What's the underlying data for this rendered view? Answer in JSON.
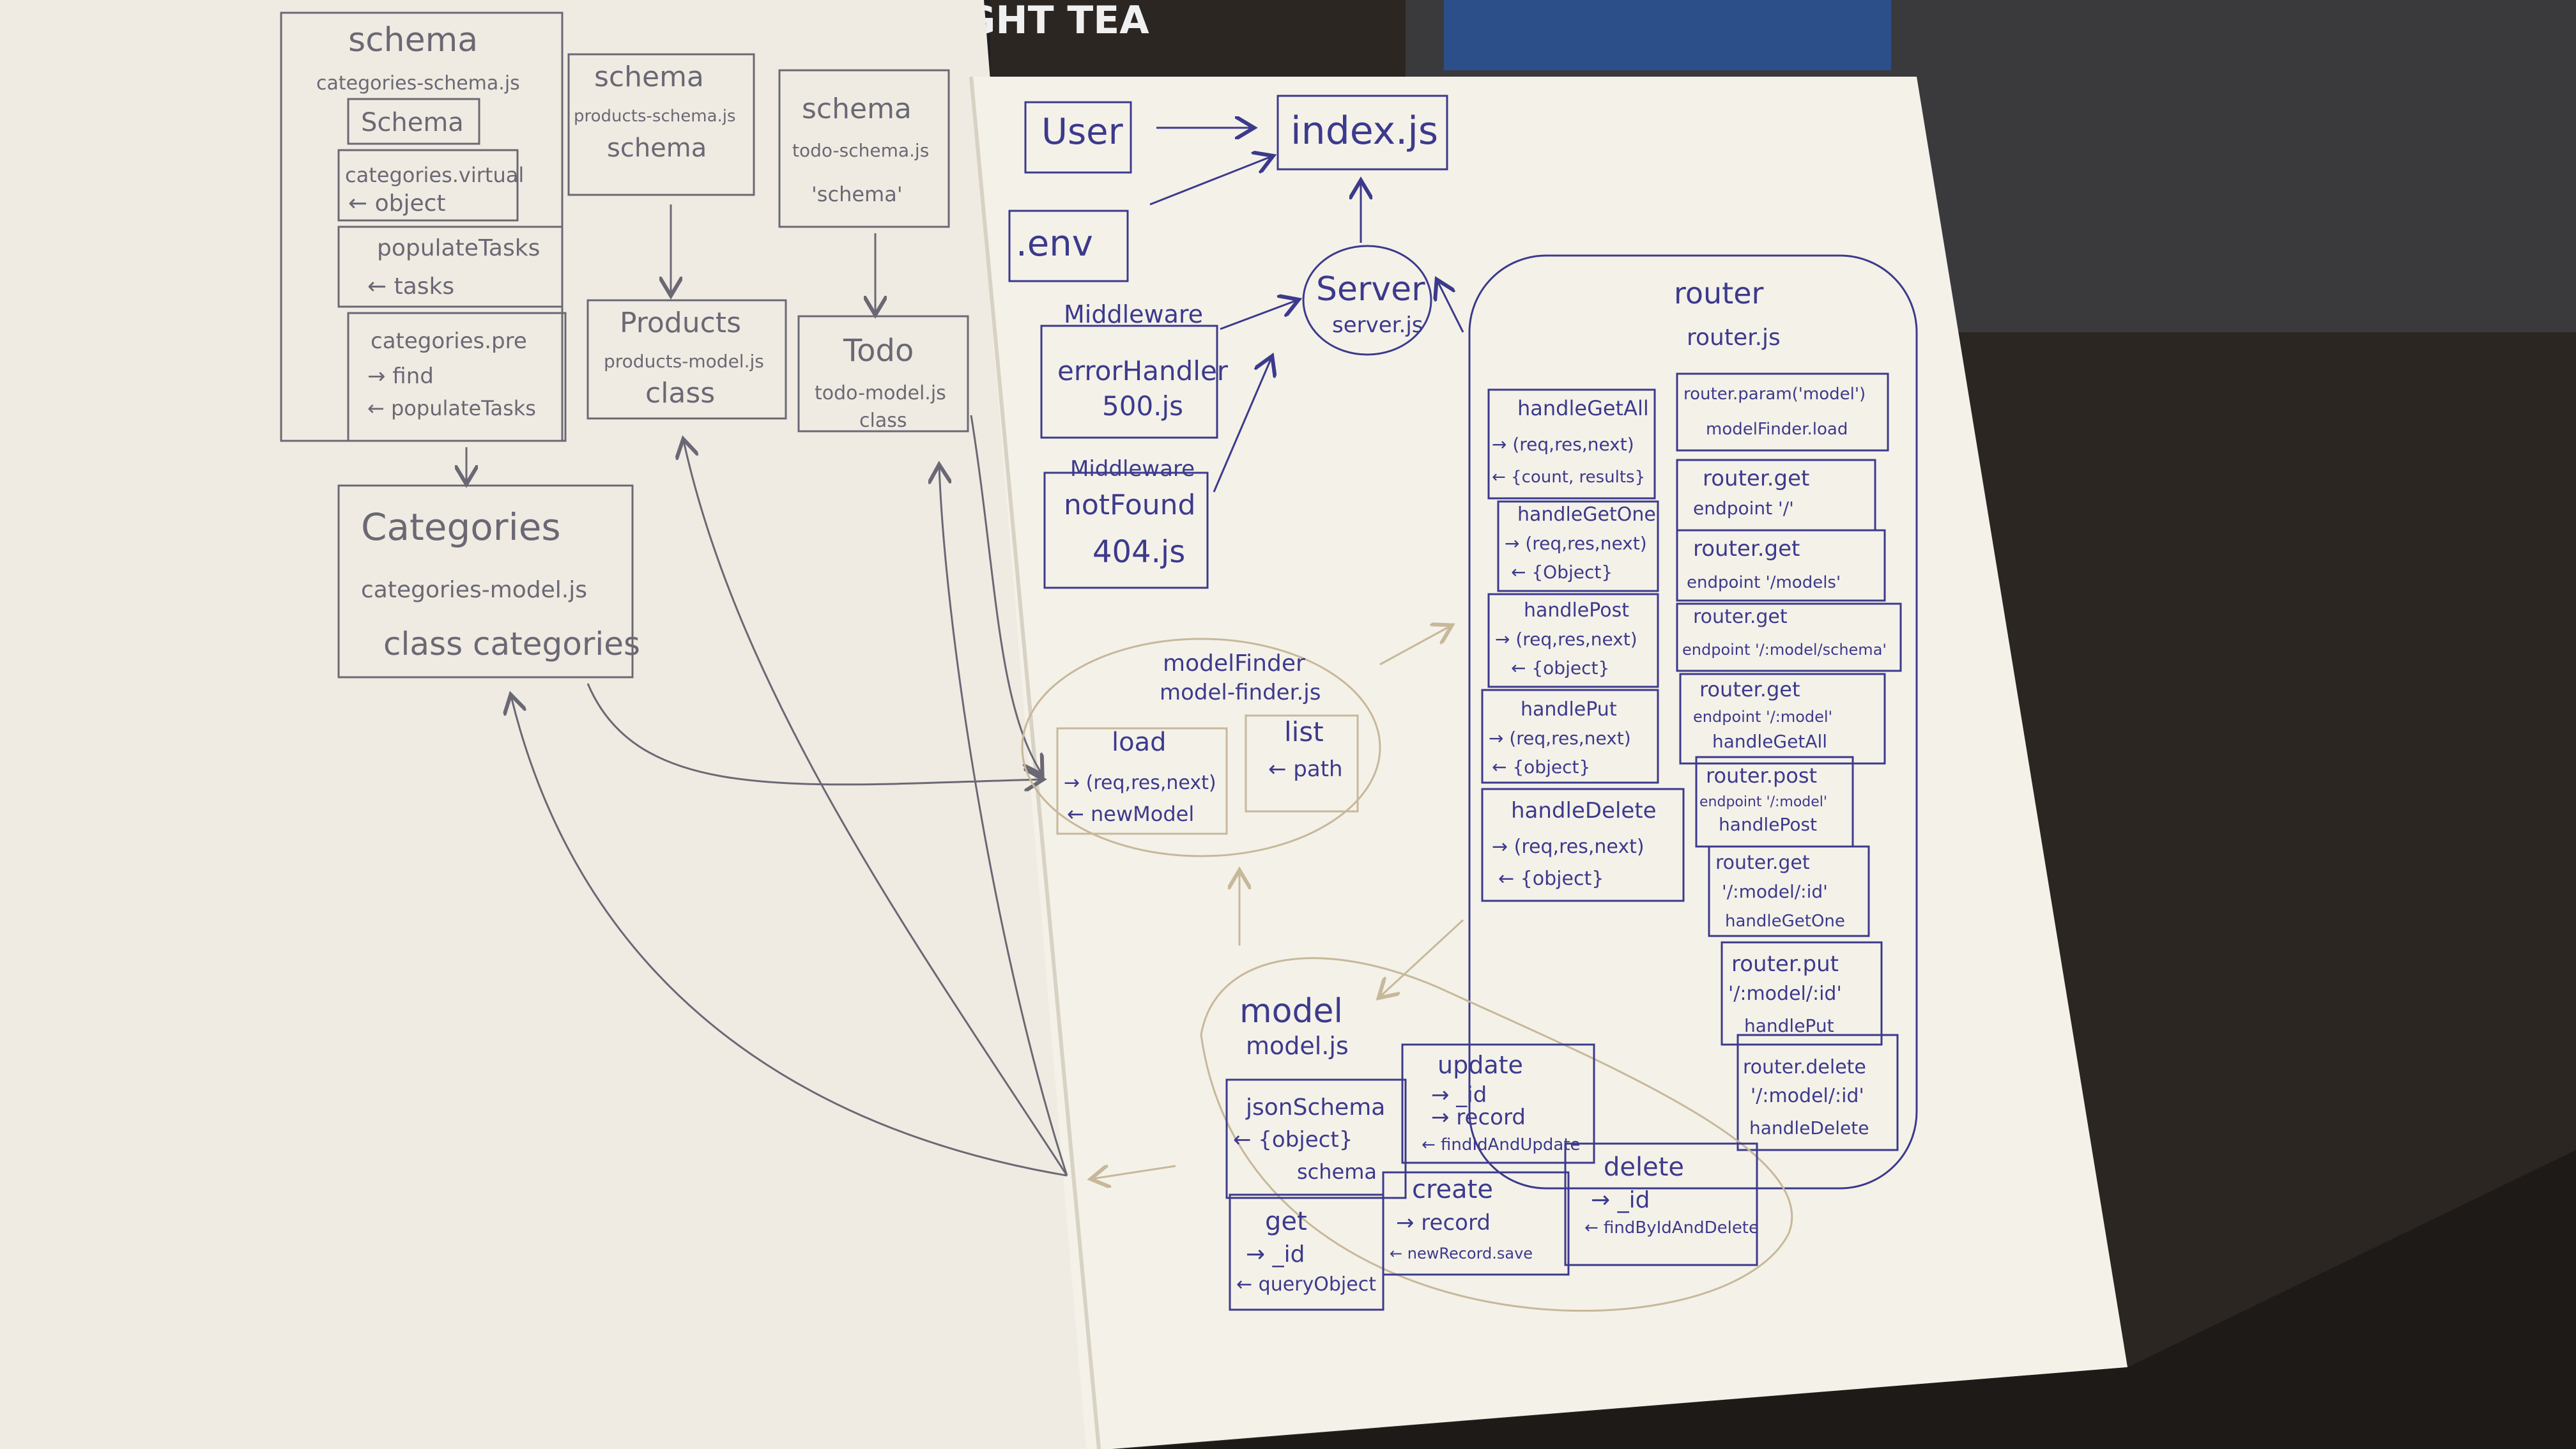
{
  "colors": {
    "paper": "#f2efe6",
    "paper_shadow": "#d8d2c4",
    "pencil": "#6b6875",
    "ink_blue": "#3c3a8c",
    "ink_light": "#c7b89a",
    "background": "#2b2622",
    "laptop": "#3a3a3d"
  },
  "can_text": "STRAIGHT TEA",
  "left_page": {
    "categories_schema": {
      "title": "schema",
      "file": "categories-schema.js",
      "schema": "Schema",
      "virtual": "categories.virtual",
      "virtual_ret": "← object",
      "populate": "populateTasks",
      "populate_ret": "← tasks",
      "pre": "categories.pre",
      "pre_arg": "→ find",
      "pre_ret": "← populateTasks"
    },
    "products_schema": {
      "title": "schema",
      "file": "products-schema.js",
      "label": "schema"
    },
    "todo_schema": {
      "title": "schema",
      "file": "todo-schema.js",
      "label": "'schema'"
    },
    "products_model": {
      "title": "Products",
      "file": "products-model.js",
      "label": "class"
    },
    "todo_model": {
      "title": "Todo",
      "file": "todo-model.js",
      "label": "class"
    },
    "categories_model": {
      "title": "Categories",
      "file": "categories-model.js",
      "label": "class categories"
    }
  },
  "right_page": {
    "user": "User",
    "index": "index.js",
    "env": ".env",
    "server": {
      "title": "Server",
      "file": "server.js"
    },
    "error_mw": {
      "heading": "Middleware",
      "name": "errorHandler",
      "file": "500.js"
    },
    "notfound_mw": {
      "heading": "Middleware",
      "name": "notFound",
      "file": "404.js"
    },
    "modelfinder": {
      "title": "modelFinder",
      "file": "model-finder.js",
      "load": "load",
      "load_arg": "→ (req,res,next)",
      "load_ret": "← newModel",
      "list": "list",
      "list_ret": "← path"
    },
    "router": {
      "title": "router",
      "file": "router.js"
    },
    "handlers": [
      {
        "name": "handleGetAll",
        "arg": "→ (req,res,next)",
        "ret": "← {count, results}"
      },
      {
        "name": "handleGetOne",
        "arg": "→ (req,res,next)",
        "ret": "← {Object}"
      },
      {
        "name": "handlePost",
        "arg": "→ (req,res,next)",
        "ret": "← {object}"
      },
      {
        "name": "handlePut",
        "arg": "→ (req,res,next)",
        "ret": "← {object}"
      },
      {
        "name": "handleDelete",
        "arg": "→ (req,res,next)",
        "ret": "← {object}"
      }
    ],
    "routes": [
      {
        "line1": "router.param('model')",
        "line2": "modelFinder.load",
        "line3": ""
      },
      {
        "line1": "router.get",
        "line2": "endpoint '/'",
        "line3": ""
      },
      {
        "line1": "router.get",
        "line2": "endpoint '/models'",
        "line3": ""
      },
      {
        "line1": "router.get",
        "line2": "endpoint '/:model/schema'",
        "line3": ""
      },
      {
        "line1": "router.get",
        "line2": "endpoint '/:model'",
        "line3": "handleGetAll"
      },
      {
        "line1": "router.post",
        "line2": "endpoint '/:model'",
        "line3": "handlePost"
      },
      {
        "line1": "router.get",
        "line2": "'/:model/:id'",
        "line3": "handleGetOne"
      },
      {
        "line1": "router.put",
        "line2": "'/:model/:id'",
        "line3": "handlePut"
      },
      {
        "line1": "router.delete",
        "line2": "'/:model/:id'",
        "line3": "handleDelete"
      }
    ],
    "model": {
      "title": "model",
      "file": "model.js",
      "jsonschema": {
        "name": "jsonSchema",
        "ret": "← {object}",
        "sub": "schema"
      },
      "update": {
        "name": "update",
        "a1": "→ _id",
        "a2": "→ record",
        "ret": "← findIdAndUpdate"
      },
      "get": {
        "name": "get",
        "arg": "→ _id",
        "ret": "← queryObject"
      },
      "create": {
        "name": "create",
        "arg": "→ record",
        "ret": "← newRecord.save"
      },
      "delete": {
        "name": "delete",
        "arg": "→ _id",
        "ret": "← findByIdAndDelete"
      }
    }
  }
}
